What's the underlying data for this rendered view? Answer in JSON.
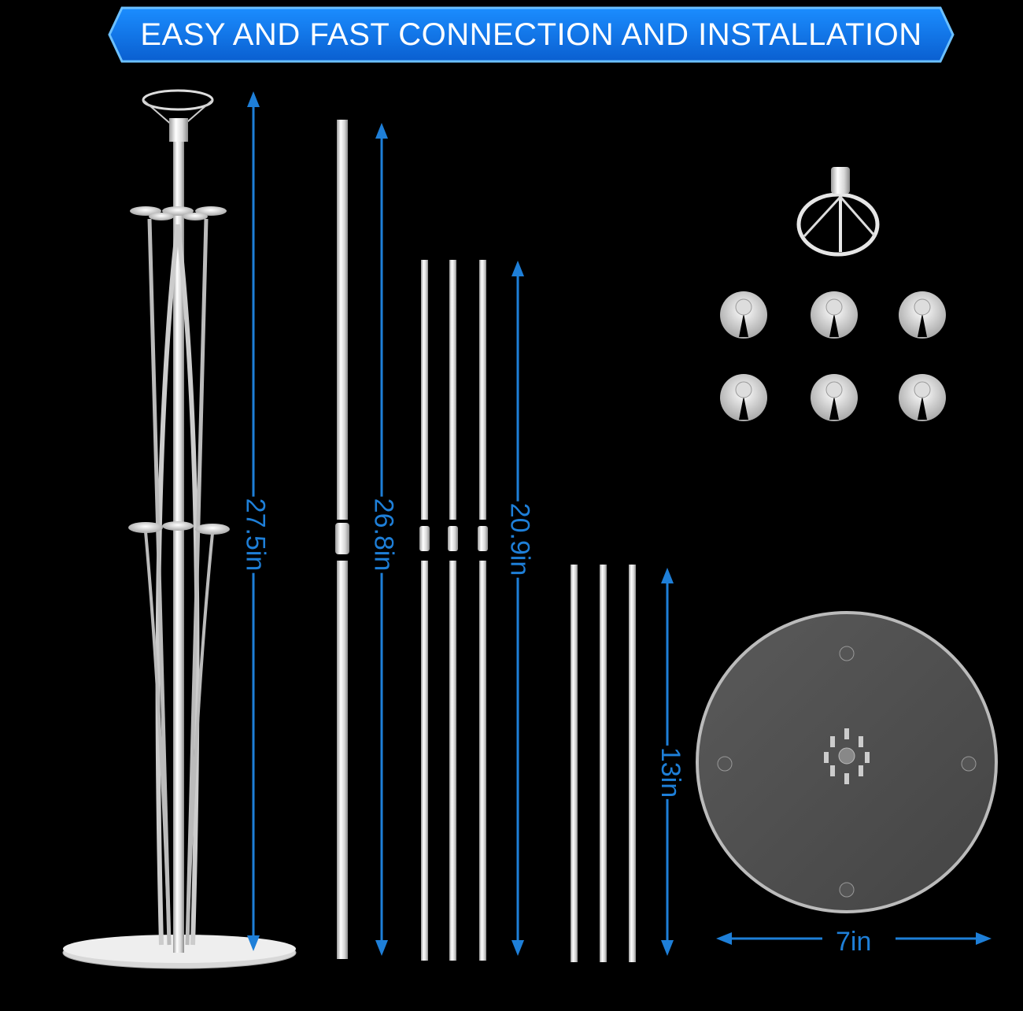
{
  "banner": {
    "title": "EASY AND FAST CONNECTION AND INSTALLATION"
  },
  "dimensions": {
    "stand_height": "27.5in",
    "long_rod": "26.8in",
    "mid_rods": "20.9in",
    "short_rods": "13in",
    "base_diameter": "7in"
  },
  "colors": {
    "background": "#000000",
    "accent": "#1e7fd8",
    "banner_fill": "#0a72e0",
    "banner_border": "#4fb2ff"
  }
}
